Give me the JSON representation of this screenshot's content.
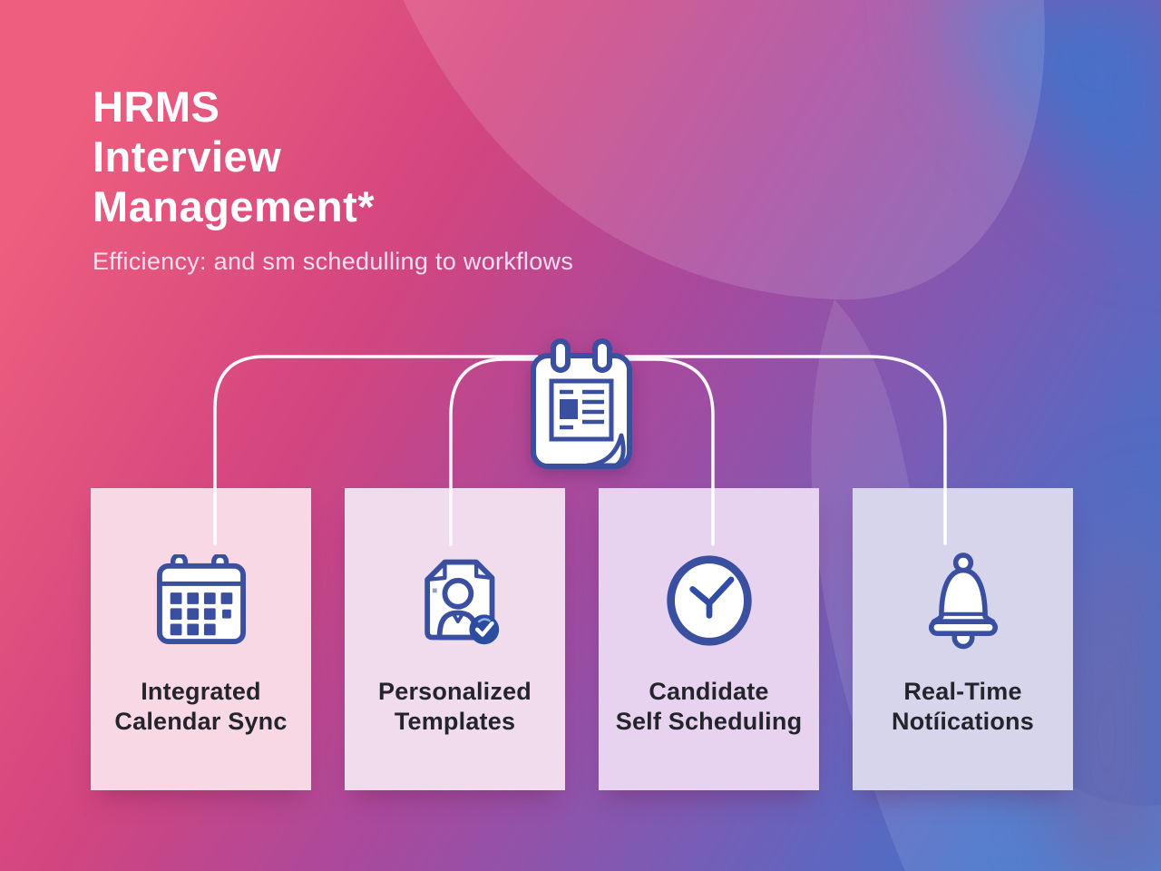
{
  "title": {
    "line1": "HRMS",
    "line2": "Interview",
    "line3": "Management*"
  },
  "subtitle": "Efficiency: and sm schedulling to workflows",
  "hub": {
    "icon": "notepad-schedule-icon"
  },
  "cards": [
    {
      "icon": "calendar-icon",
      "label_line1": "Integrated",
      "label_line2": "Calendar Sync"
    },
    {
      "icon": "document-person-check-icon",
      "label_line1": "Personalized",
      "label_line2": "Templates"
    },
    {
      "icon": "clock-icon",
      "label_line1": "Candidate",
      "label_line2": "Self Scheduling"
    },
    {
      "icon": "bell-icon",
      "label_line1": "Real-Time",
      "label_line2": "Notíications"
    }
  ],
  "colors": {
    "background_left": "#EE5E7E",
    "background_mid": "#A9499D",
    "background_right": "#3D74CC",
    "background_bottom_right": "#6F68AE",
    "card_bg": [
      "#F8D8E4",
      "#F0DCEC",
      "#E7D3EF",
      "#D7D5EC"
    ],
    "icon_stroke": "#3A4F9F",
    "badge_fill": "#2B4CA0",
    "connector": "#FFFFFF",
    "title_text": "#FFFFFF",
    "card_text": "#23242C"
  }
}
